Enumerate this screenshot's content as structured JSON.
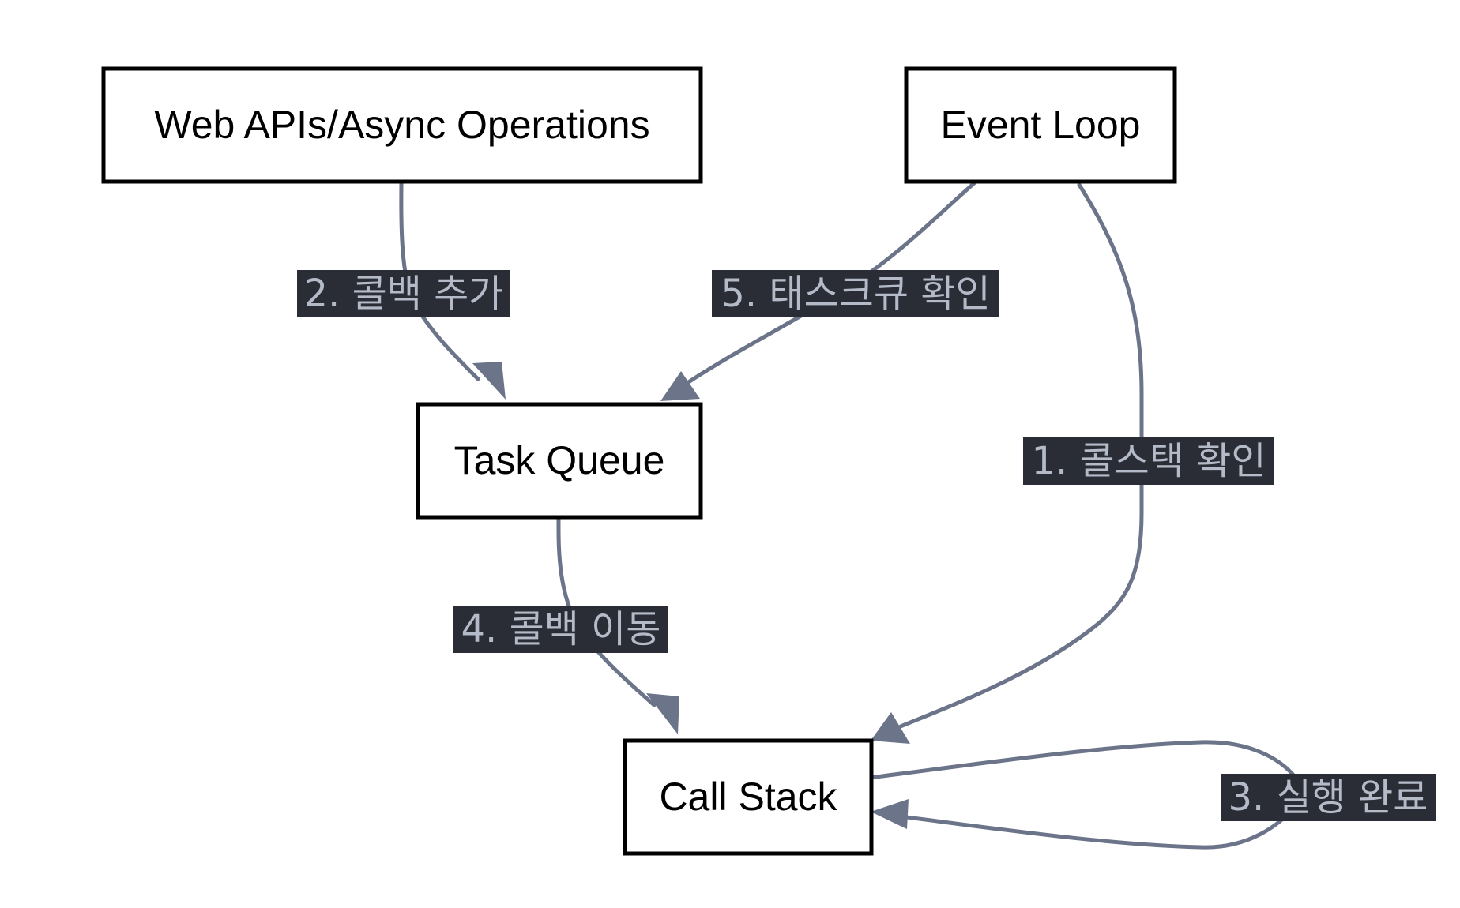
{
  "colors": {
    "edge": "#6b7489",
    "label_bg": "#2a2d36",
    "label_text": "#b4bac8",
    "node_border": "#000000",
    "node_text": "#000000"
  },
  "nodes": {
    "web_apis": "Web APIs/Async Operations",
    "event_loop": "Event Loop",
    "task_queue": "Task Queue",
    "call_stack": "Call Stack"
  },
  "edges": {
    "e1": {
      "from": "Event Loop",
      "to": "Call Stack",
      "label": "1. 콜스택 확인"
    },
    "e2": {
      "from": "Web APIs/Async Operations",
      "to": "Task Queue",
      "label": "2. 콜백 추가"
    },
    "e3": {
      "from": "Call Stack",
      "to": "Call Stack",
      "label": "3. 실행 완료"
    },
    "e4": {
      "from": "Task Queue",
      "to": "Call Stack",
      "label": "4. 콜백 이동"
    },
    "e5": {
      "from": "Event Loop",
      "to": "Task Queue",
      "label": "5. 태스크큐 확인"
    }
  }
}
